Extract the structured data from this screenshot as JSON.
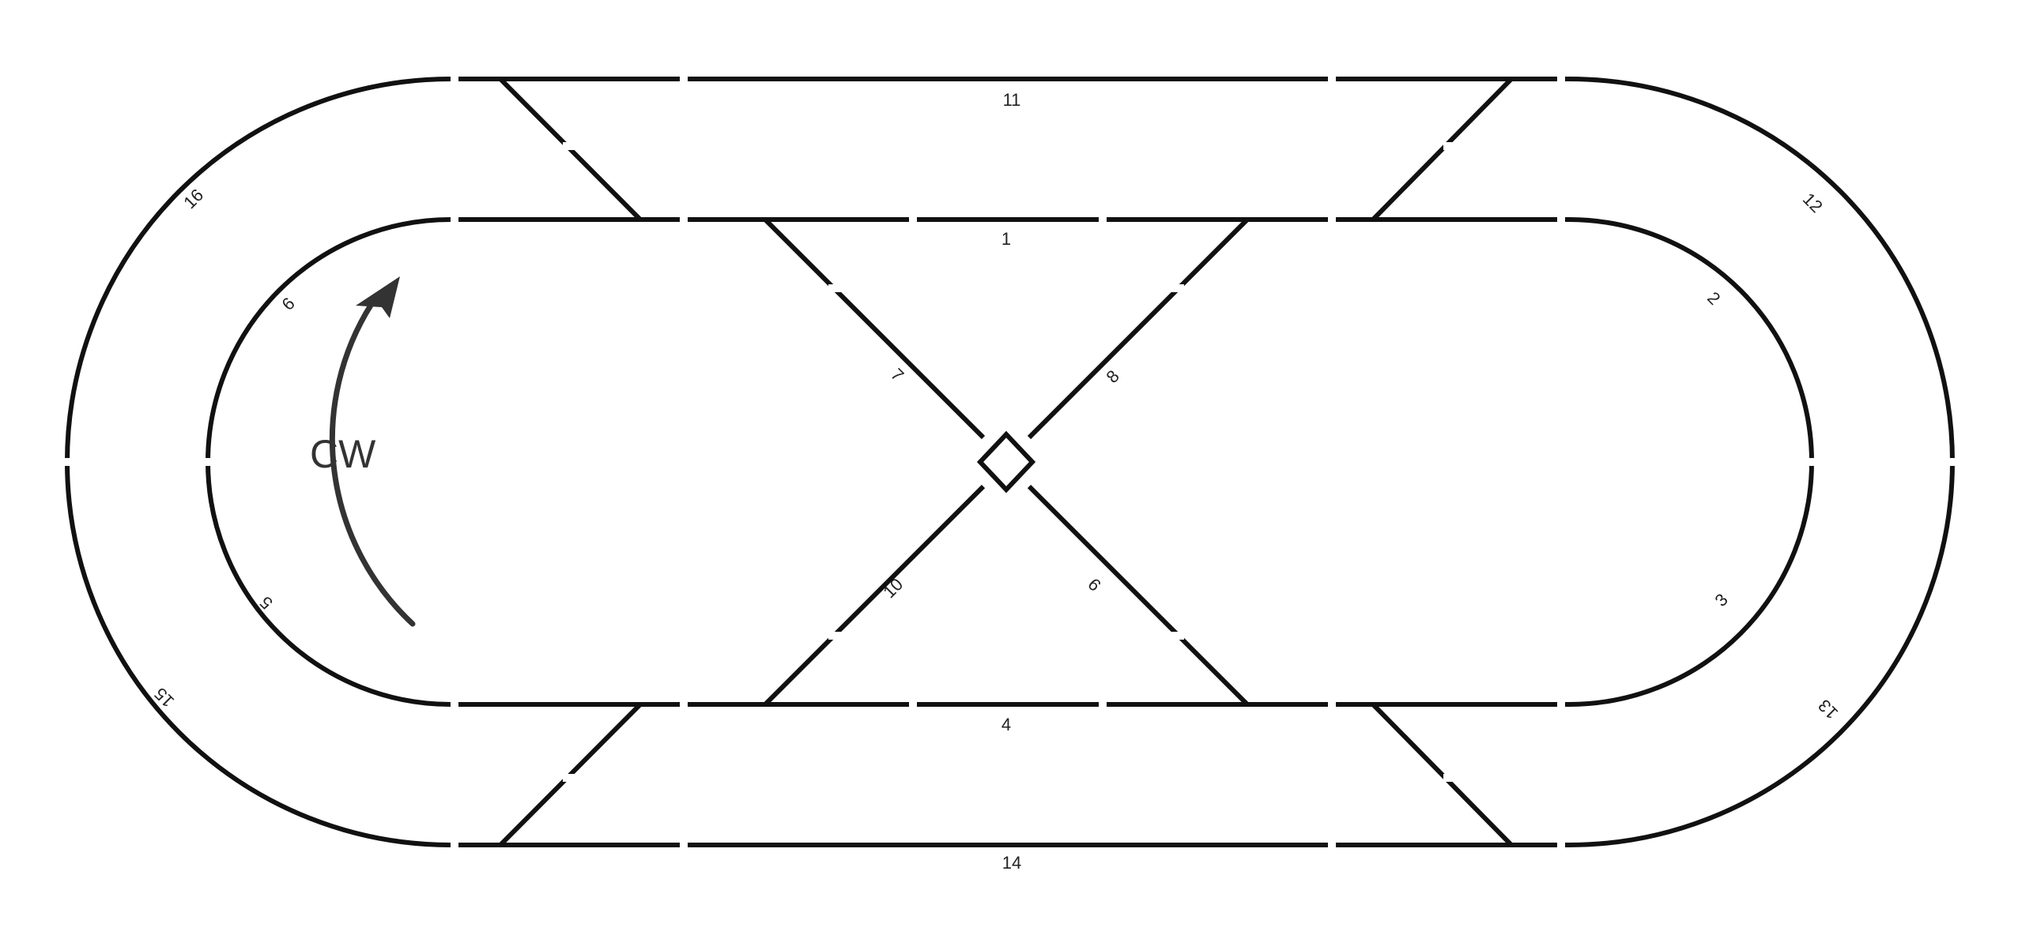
{
  "direction_label": "CW",
  "segments": [
    {
      "id": "seg-1",
      "label": "1"
    },
    {
      "id": "seg-2",
      "label": "2"
    },
    {
      "id": "seg-3",
      "label": "3"
    },
    {
      "id": "seg-4",
      "label": "4"
    },
    {
      "id": "seg-5",
      "label": "5"
    },
    {
      "id": "seg-6",
      "label": "6"
    },
    {
      "id": "seg-7",
      "label": "7"
    },
    {
      "id": "seg-8",
      "label": "8"
    },
    {
      "id": "seg-9",
      "label": "9"
    },
    {
      "id": "seg-10",
      "label": "10"
    },
    {
      "id": "seg-11",
      "label": "11"
    },
    {
      "id": "seg-12",
      "label": "12"
    },
    {
      "id": "seg-13",
      "label": "13"
    },
    {
      "id": "seg-14",
      "label": "14"
    },
    {
      "id": "seg-15",
      "label": "15"
    },
    {
      "id": "seg-16",
      "label": "16"
    }
  ],
  "colors": {
    "track": "#111111",
    "arrow": "#333333",
    "background": "#ffffff"
  }
}
